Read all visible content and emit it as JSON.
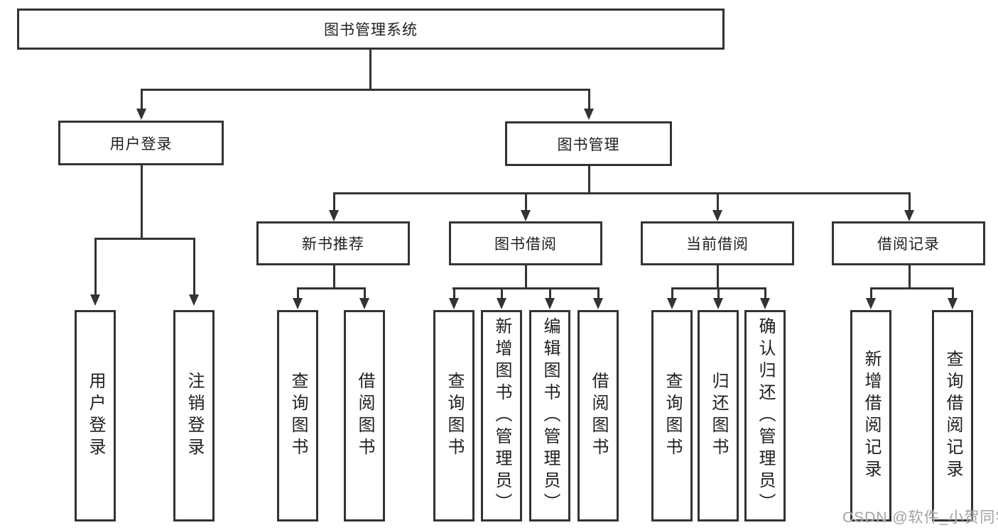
{
  "diagram_title": "图书管理系统",
  "tree": {
    "root_label": "图书管理系统",
    "branches": [
      {
        "label": "用户登录",
        "children": [
          "用户登录",
          "注销登录"
        ]
      },
      {
        "label": "图书管理",
        "groups": [
          {
            "label": "新书推荐",
            "children": [
              "查询图书",
              "借阅图书"
            ]
          },
          {
            "label": "图书借阅",
            "children": [
              "查询图书",
              "新增图书（管理员）",
              "编辑图书（管理员）",
              "借阅图书"
            ]
          },
          {
            "label": "当前借阅",
            "children": [
              "查询图书",
              "归还图书",
              "确认归还（管理员）"
            ]
          },
          {
            "label": "借阅记录",
            "children": [
              "新增借阅记录",
              "查询借阅记录"
            ]
          }
        ]
      }
    ]
  },
  "watermark": {
    "text": "CSDN @软件_小贺同学"
  },
  "colors": {
    "line": "#333333",
    "box_background": "#ffffff",
    "text": "#1f1f1f",
    "watermark": "#a3a3a3",
    "page_background": "#ffffff"
  }
}
